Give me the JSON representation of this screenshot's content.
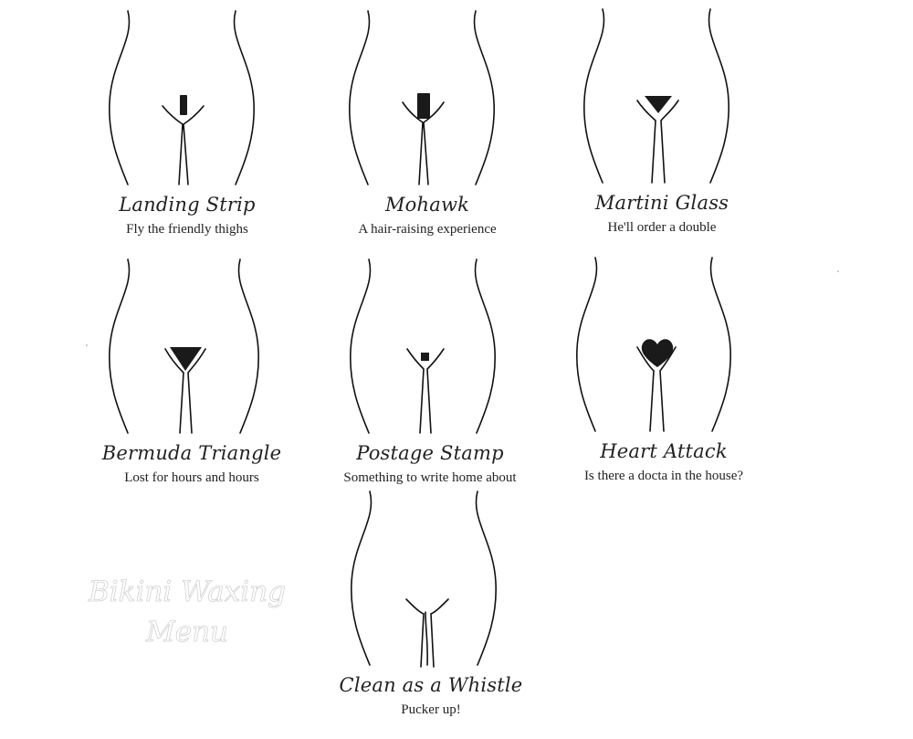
{
  "menu_title": {
    "line1": "Bikini Waxing",
    "line2": "Menu"
  },
  "styles": [
    {
      "name": "Landing Strip",
      "tagline": "Fly the friendly thighs",
      "shape": "strip"
    },
    {
      "name": "Mohawk",
      "tagline": "A hair-raising experience",
      "shape": "mohawk"
    },
    {
      "name": "Martini Glass",
      "tagline": "He'll order a double",
      "shape": "martini"
    },
    {
      "name": "Bermuda Triangle",
      "tagline": "Lost for hours and hours",
      "shape": "triangle"
    },
    {
      "name": "Postage Stamp",
      "tagline": "Something to write home about",
      "shape": "stamp"
    },
    {
      "name": "Heart Attack",
      "tagline": "Is there a docta in the house?",
      "shape": "heart"
    },
    {
      "name": "Clean as a Whistle",
      "tagline": "Pucker up!",
      "shape": "none"
    }
  ],
  "colors": {
    "ink": "#111111",
    "background": "#ffffff",
    "watermark_outline": "#c8c8c8"
  }
}
